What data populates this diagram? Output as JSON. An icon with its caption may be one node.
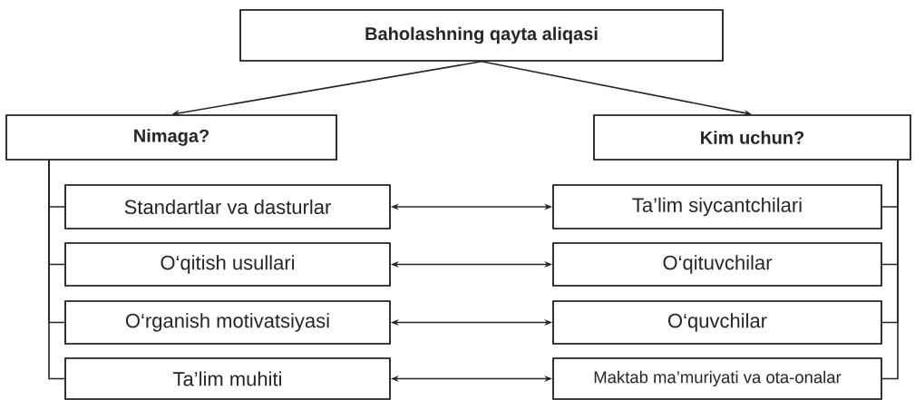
{
  "diagram": {
    "nodes": [
      {
        "text": [
          "Baholashning qayta aliqasi"
        ]
      },
      {
        "text": [
          "Nimaga?"
        ]
      },
      {
        "text": [
          "Kim uchun?"
        ]
      },
      {
        "text": [
          "Standartlar va dasturlar"
        ]
      },
      {
        "text": [
          "O‘qitish usullari"
        ]
      },
      {
        "text": [
          "O‘rganish motivatsiyasi"
        ]
      },
      {
        "text": [
          "Ta’lim muhiti"
        ]
      },
      {
        "text": [
          "Ta’lim siycantchilari"
        ]
      },
      {
        "text": [
          "O‘qituvchilar"
        ]
      },
      {
        "text": [
          "O‘quvchilar"
        ]
      },
      {
        "text": [
          "Maktab ma’muriyati va ota-onalar"
        ]
      }
    ],
    "edges": [
      {
        "from": 0,
        "to": 1,
        "arrow": "to"
      },
      {
        "from": 0,
        "to": 2,
        "arrow": "to"
      },
      {
        "from": 1,
        "to": 3,
        "arrow": "none"
      },
      {
        "from": 1,
        "to": 4,
        "arrow": "none"
      },
      {
        "from": 1,
        "to": 5,
        "arrow": "none"
      },
      {
        "from": 1,
        "to": 6,
        "arrow": "none"
      },
      {
        "from": 2,
        "to": 7,
        "arrow": "none"
      },
      {
        "from": 2,
        "to": 8,
        "arrow": "none"
      },
      {
        "from": 2,
        "to": 9,
        "arrow": "none"
      },
      {
        "from": 2,
        "to": 10,
        "arrow": "none"
      },
      {
        "from": 3,
        "to": 7,
        "arrow": "both"
      },
      {
        "from": 4,
        "to": 8,
        "arrow": "both"
      },
      {
        "from": 5,
        "to": 9,
        "arrow": "both"
      },
      {
        "from": 6,
        "to": 10,
        "arrow": "both"
      }
    ]
  }
}
